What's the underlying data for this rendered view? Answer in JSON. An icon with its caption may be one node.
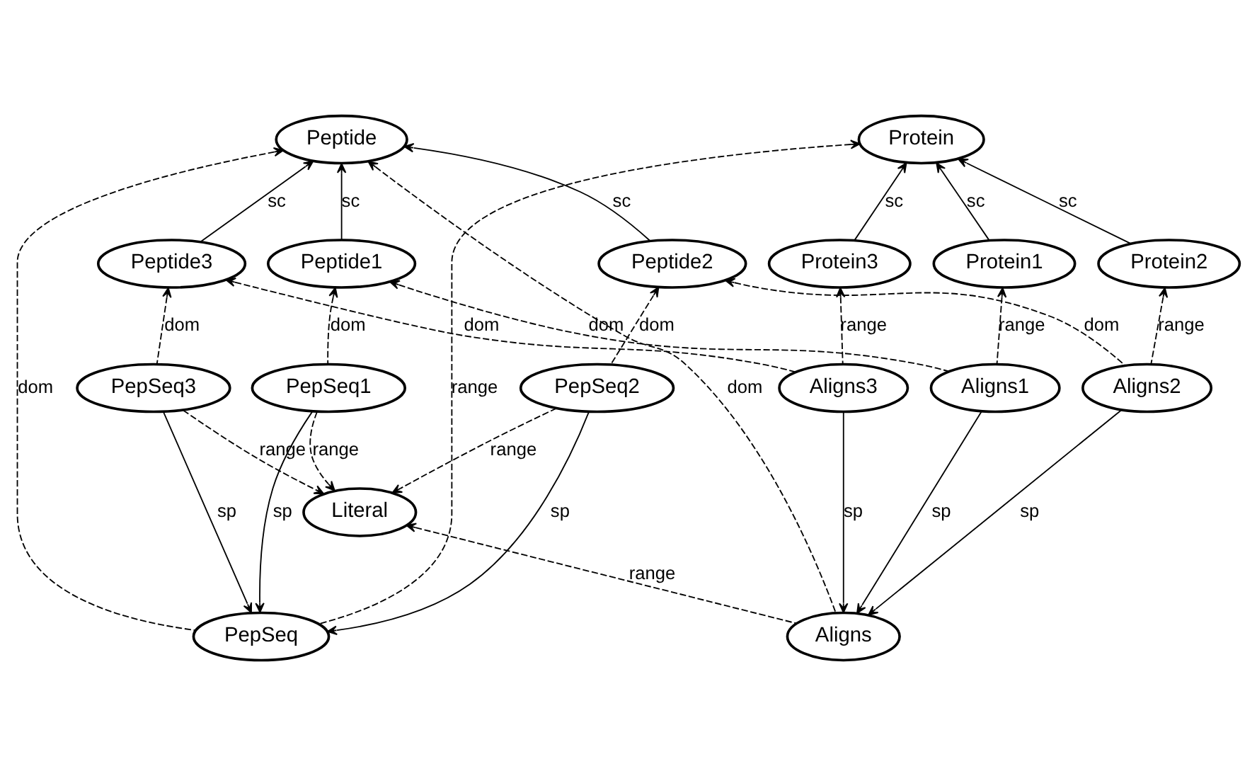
{
  "diagram": {
    "nodes": [
      {
        "text": [
          "Peptide"
        ]
      },
      {
        "text": [
          "Protein"
        ]
      },
      {
        "text": [
          "Peptide1"
        ]
      },
      {
        "text": [
          "Protein1"
        ]
      },
      {
        "text": [
          "Peptide2"
        ]
      },
      {
        "text": [
          "Protein2"
        ]
      },
      {
        "text": [
          "Peptide3"
        ]
      },
      {
        "text": [
          "Protein3"
        ]
      },
      {
        "text": [
          "PepSeq1"
        ]
      },
      {
        "text": [
          "Aligns1"
        ]
      },
      {
        "text": [
          "PepSeq2"
        ]
      },
      {
        "text": [
          "Aligns2"
        ]
      },
      {
        "text": [
          "PepSeq3"
        ]
      },
      {
        "text": [
          "Aligns3"
        ]
      },
      {
        "text": [
          "Literal"
        ]
      },
      {
        "text": [
          "PepSeq"
        ]
      },
      {
        "text": [
          "Aligns"
        ]
      }
    ],
    "edges": [
      {
        "from": 2,
        "to": 0,
        "arrow": "to",
        "label": "sc"
      },
      {
        "from": 4,
        "to": 0,
        "arrow": "to",
        "label": "sc"
      },
      {
        "from": 6,
        "to": 0,
        "arrow": "to",
        "label": "sc"
      },
      {
        "from": 3,
        "to": 1,
        "arrow": "to",
        "label": "sc"
      },
      {
        "from": 5,
        "to": 1,
        "arrow": "to",
        "label": "sc"
      },
      {
        "from": 7,
        "to": 1,
        "arrow": "to",
        "label": "sc"
      },
      {
        "from": 15,
        "to": 0,
        "arrow": "to",
        "label": "dom",
        "style": "dashed"
      },
      {
        "from": 16,
        "to": 0,
        "arrow": "to",
        "label": "dom",
        "style": "dashed"
      },
      {
        "from": 15,
        "to": 1,
        "arrow": "to",
        "label": "range",
        "style": "dashed"
      },
      {
        "from": 8,
        "to": 2,
        "arrow": "to",
        "label": "dom",
        "style": "dashed"
      },
      {
        "from": 9,
        "to": 2,
        "arrow": "to",
        "label": "dom",
        "style": "dashed"
      },
      {
        "from": 9,
        "to": 3,
        "arrow": "to",
        "label": "range",
        "style": "dashed"
      },
      {
        "from": 10,
        "to": 4,
        "arrow": "to",
        "label": "dom",
        "style": "dashed"
      },
      {
        "from": 11,
        "to": 4,
        "arrow": "to",
        "label": "dom",
        "style": "dashed"
      },
      {
        "from": 11,
        "to": 5,
        "arrow": "to",
        "label": "range",
        "style": "dashed"
      },
      {
        "from": 12,
        "to": 6,
        "arrow": "to",
        "label": "dom",
        "style": "dashed"
      },
      {
        "from": 13,
        "to": 6,
        "arrow": "to",
        "label": "dom",
        "style": "dashed"
      },
      {
        "from": 13,
        "to": 7,
        "arrow": "to",
        "label": "range",
        "style": "dashed"
      },
      {
        "from": 8,
        "to": 14,
        "arrow": "to",
        "label": "range",
        "style": "dashed"
      },
      {
        "from": 10,
        "to": 14,
        "arrow": "to",
        "label": "range",
        "style": "dashed"
      },
      {
        "from": 12,
        "to": 14,
        "arrow": "to",
        "label": "range",
        "style": "dashed"
      },
      {
        "from": 16,
        "to": 14,
        "arrow": "to",
        "label": "range",
        "style": "dashed"
      },
      {
        "from": 8,
        "to": 15,
        "arrow": "to",
        "label": "sp"
      },
      {
        "from": 10,
        "to": 15,
        "arrow": "to",
        "label": "sp"
      },
      {
        "from": 12,
        "to": 15,
        "arrow": "to",
        "label": "sp"
      },
      {
        "from": 9,
        "to": 16,
        "arrow": "to",
        "label": "sp"
      },
      {
        "from": 11,
        "to": 16,
        "arrow": "to",
        "label": "sp"
      },
      {
        "from": 13,
        "to": 16,
        "arrow": "to",
        "label": "sp"
      }
    ]
  }
}
